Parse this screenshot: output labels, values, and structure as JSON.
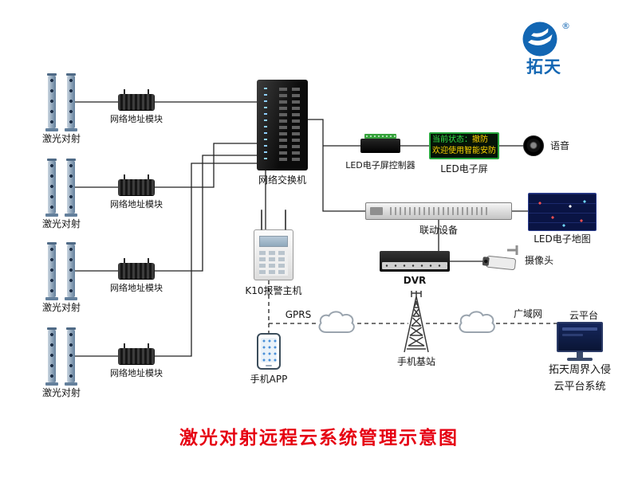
{
  "title": "激光对射远程云系统管理示意图",
  "logo": {
    "brand": "拓天",
    "reg_mark": "®"
  },
  "colors": {
    "title_red": "#e60012",
    "logo_blue": "#1266b3",
    "led_green": "#35e04a",
    "led_yellow": "#ffd400"
  },
  "laser_pairs": [
    {
      "label": "激光对射"
    },
    {
      "label": "激光对射"
    },
    {
      "label": "激光对射"
    },
    {
      "label": "激光对射"
    }
  ],
  "modules": [
    {
      "label": "网络地址模块"
    },
    {
      "label": "网络地址模块"
    },
    {
      "label": "网络地址模块"
    },
    {
      "label": "网络地址模块"
    }
  ],
  "switch": {
    "label": "网络交换机"
  },
  "led_controller": {
    "label": "LED电子屏控制器"
  },
  "led_screen": {
    "label": "LED电子屏",
    "status_prefix": "当前状态：",
    "status_value": "撤防",
    "line2": "欢迎使用智能安防"
  },
  "voice": {
    "label": "语音"
  },
  "linkage": {
    "label": "联动设备"
  },
  "led_map": {
    "label": "LED电子地图"
  },
  "dvr": {
    "label": "DVR"
  },
  "camera": {
    "label": "摄像头"
  },
  "k10": {
    "label": "K10报警主机"
  },
  "gprs_label": "GPRS",
  "phone": {
    "label": "手机APP"
  },
  "base_station": {
    "label": "手机基站"
  },
  "wan_label": "广域网",
  "cloud_platform": {
    "label": "云平台",
    "line1": "拓天周界入侵",
    "line2": "云平台系统"
  }
}
